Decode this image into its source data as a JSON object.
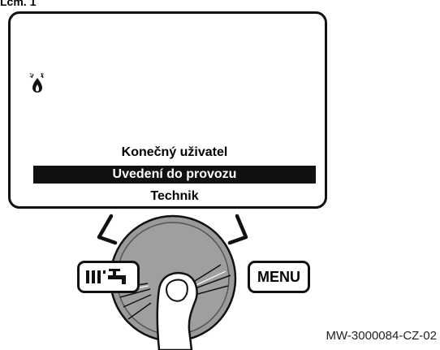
{
  "top_label": "Lcm. 1",
  "screen": {
    "icons": [
      "flame-pressure-icon"
    ],
    "menu": [
      {
        "label": "Konečný uživatel",
        "selected": false
      },
      {
        "label": "Uvedení do provozu",
        "selected": true
      },
      {
        "label": "Technik",
        "selected": false
      }
    ]
  },
  "buttons": {
    "dhw_icon": "radiator-tap-icon",
    "menu_label": "MENU"
  },
  "reference": "MW-3000084-CZ-02"
}
